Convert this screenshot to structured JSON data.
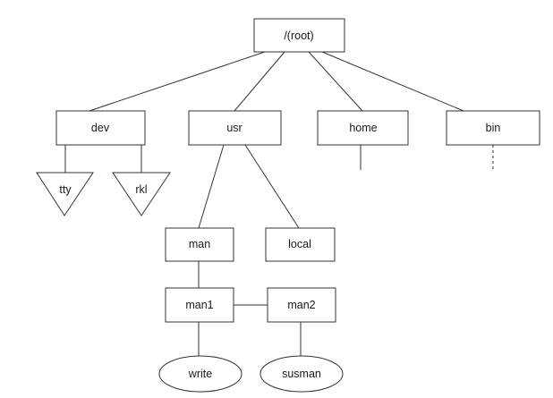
{
  "diagram": {
    "nodes": {
      "root": {
        "label": "/(root)"
      },
      "dev": {
        "label": "dev"
      },
      "usr": {
        "label": "usr"
      },
      "home": {
        "label": "home"
      },
      "bin": {
        "label": "bin"
      },
      "tty": {
        "label": "tty"
      },
      "rkl": {
        "label": "rkl"
      },
      "man": {
        "label": "man"
      },
      "local": {
        "label": "local"
      },
      "man1": {
        "label": "man1"
      },
      "man2": {
        "label": "man2"
      },
      "write": {
        "label": "write"
      },
      "susman": {
        "label": "susman"
      }
    },
    "edges": [
      {
        "from": "root",
        "to": "dev"
      },
      {
        "from": "root",
        "to": "usr"
      },
      {
        "from": "root",
        "to": "home"
      },
      {
        "from": "root",
        "to": "bin"
      },
      {
        "from": "dev",
        "to": "tty"
      },
      {
        "from": "dev",
        "to": "rkl"
      },
      {
        "from": "usr",
        "to": "man"
      },
      {
        "from": "usr",
        "to": "local"
      },
      {
        "from": "man",
        "to": "man1"
      },
      {
        "from": "man1",
        "to": "man2"
      },
      {
        "from": "man1",
        "to": "write"
      },
      {
        "from": "man2",
        "to": "susman"
      }
    ]
  }
}
